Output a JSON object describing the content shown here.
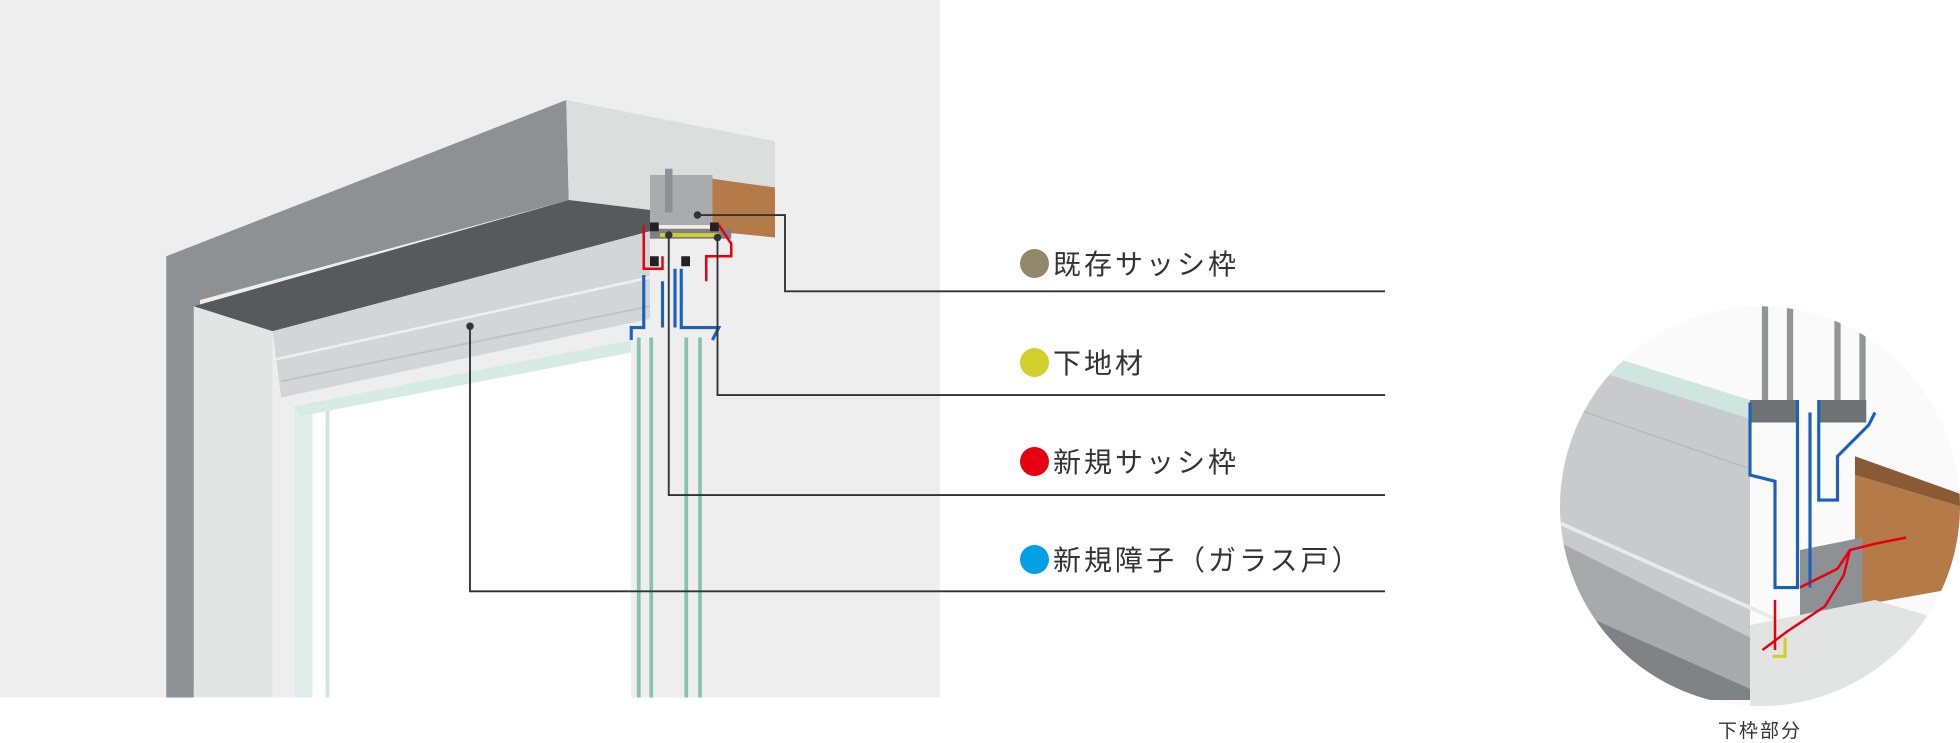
{
  "legend": {
    "items": [
      {
        "label": "既存サッシ枠",
        "color": "#918869"
      },
      {
        "label": "下地材",
        "color": "#d2cf2d"
      },
      {
        "label": "新規サッシ枠",
        "color": "#e60012"
      },
      {
        "label": "新規障子（ガラス戸）",
        "color": "#00a0e6"
      }
    ]
  },
  "detail": {
    "caption": "下枠部分"
  }
}
